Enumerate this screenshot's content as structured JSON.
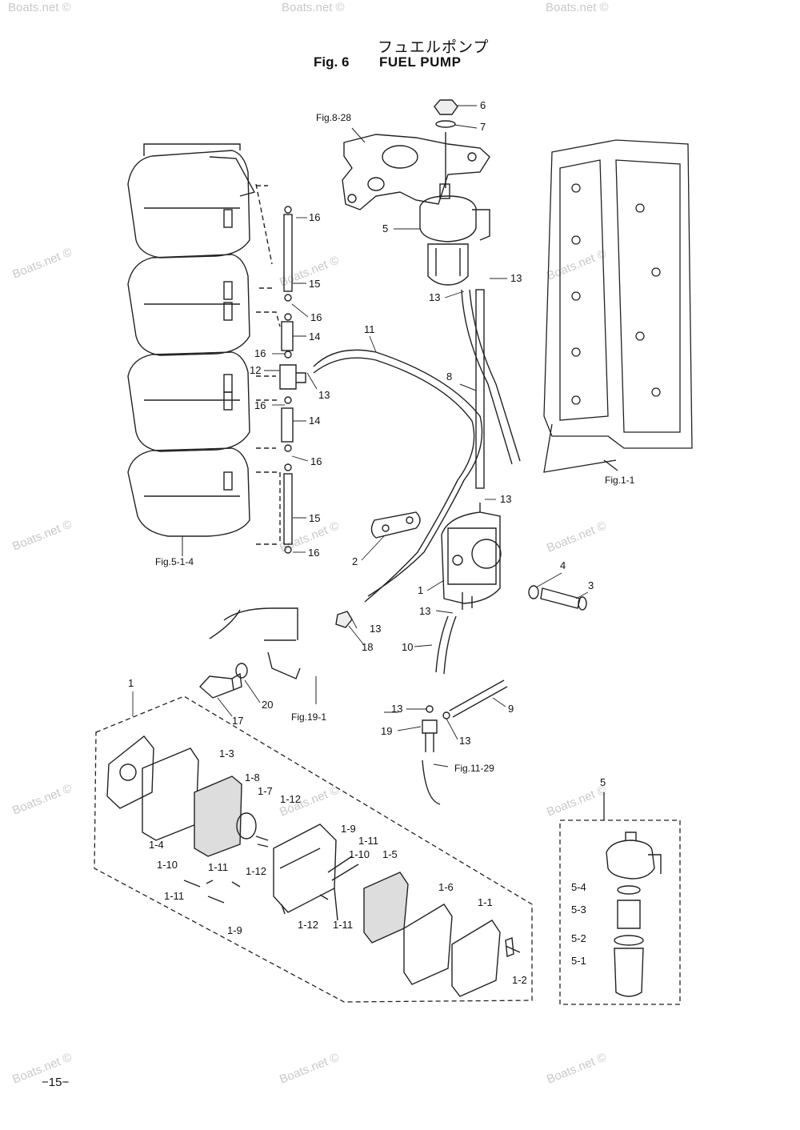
{
  "header": {
    "title_jp": "フュエルポンプ",
    "fig_no": "Fig. 6",
    "title_en": "FUEL PUMP"
  },
  "page_number": "−15−",
  "watermark": "Boats.net ©",
  "references": {
    "fig_8_28": "Fig.8-28",
    "fig_1_1": "Fig.1-1",
    "fig_5_1_4": "Fig.5-1-4",
    "fig_19_1": "Fig.19-1",
    "fig_11_29": "Fig.11-29"
  },
  "callouts": {
    "c6": "6",
    "c7": "7",
    "c5": "5",
    "c13a": "13",
    "c13b": "13",
    "c13c": "13",
    "c13d": "13",
    "c13e": "13",
    "c13f": "13",
    "c13g": "13",
    "c16a": "16",
    "c16b": "16",
    "c16c": "16",
    "c16d": "16",
    "c16e": "16",
    "c16f": "16",
    "c15a": "15",
    "c15b": "15",
    "c14a": "14",
    "c14b": "14",
    "c12": "12",
    "c11": "11",
    "c8": "8",
    "c2": "2",
    "c1": "1",
    "c4": "4",
    "c3": "3",
    "c18": "18",
    "c10": "10",
    "c20": "20",
    "c17": "17",
    "c9": "9",
    "c19": "19",
    "c1_top": "1",
    "c1_3": "1-3",
    "c1_4": "1-4",
    "c1_8": "1-8",
    "c1_7": "1-7",
    "c1_12a": "1-12",
    "c1_9a": "1-9",
    "c1_11a": "1-11",
    "c1_10a": "1-10",
    "c1_5": "1-5",
    "c1_10b": "1-10",
    "c1_11b": "1-11",
    "c1_11c": "1-11",
    "c1_12b": "1-12",
    "c1_9b": "1-9",
    "c1_12c": "1-12",
    "c1_11d": "1-11",
    "c1_6": "1-6",
    "c1_1": "1-1",
    "c1_2": "1-2",
    "c5_box": "5",
    "c5_4": "5-4",
    "c5_3": "5-3",
    "c5_2": "5-2",
    "c5_1": "5-1"
  }
}
